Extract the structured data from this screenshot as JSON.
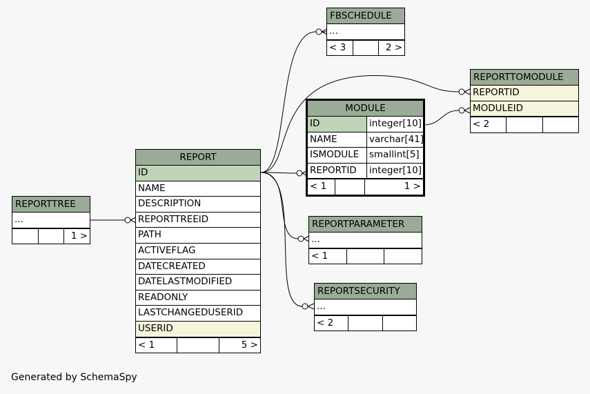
{
  "footer": {
    "generated": "Generated by SchemaSpy"
  },
  "tables": {
    "fbschedule": {
      "name": "FBSCHEDULE",
      "rows": [
        "..."
      ],
      "footer": [
        "< 3",
        "",
        "2 >"
      ]
    },
    "reporttomodule": {
      "name": "REPORTTOMODULE",
      "rows": [
        "REPORTID",
        "MODULEID"
      ],
      "footer": [
        "< 2",
        "",
        ""
      ]
    },
    "module": {
      "name": "MODULE",
      "rows": [
        {
          "name": "ID",
          "type": "integer[10]"
        },
        {
          "name": "NAME",
          "type": "varchar[41]"
        },
        {
          "name": "ISMODULE",
          "type": "smallint[5]"
        },
        {
          "name": "REPORTID",
          "type": "integer[10]"
        }
      ],
      "footer": [
        "< 1",
        "",
        "1 >"
      ]
    },
    "report": {
      "name": "REPORT",
      "rows": [
        "ID",
        "NAME",
        "DESCRIPTION",
        "REPORTTREEID",
        "PATH",
        "ACTIVEFLAG",
        "DATECREATED",
        "DATELASTMODIFIED",
        "READONLY",
        "LASTCHANGEDUSERID",
        "USERID"
      ],
      "footer": [
        "< 1",
        "",
        "5 >"
      ]
    },
    "reporttree": {
      "name": "REPORTTREE",
      "rows": [
        "..."
      ],
      "footer": [
        "",
        "",
        "1 >"
      ]
    },
    "reportparameter": {
      "name": "REPORTPARAMETER",
      "rows": [
        "..."
      ],
      "footer": [
        "< 1",
        "",
        ""
      ]
    },
    "reportsecurity": {
      "name": "REPORTSECURITY",
      "rows": [
        "..."
      ],
      "footer": [
        "< 2",
        "",
        ""
      ]
    }
  }
}
